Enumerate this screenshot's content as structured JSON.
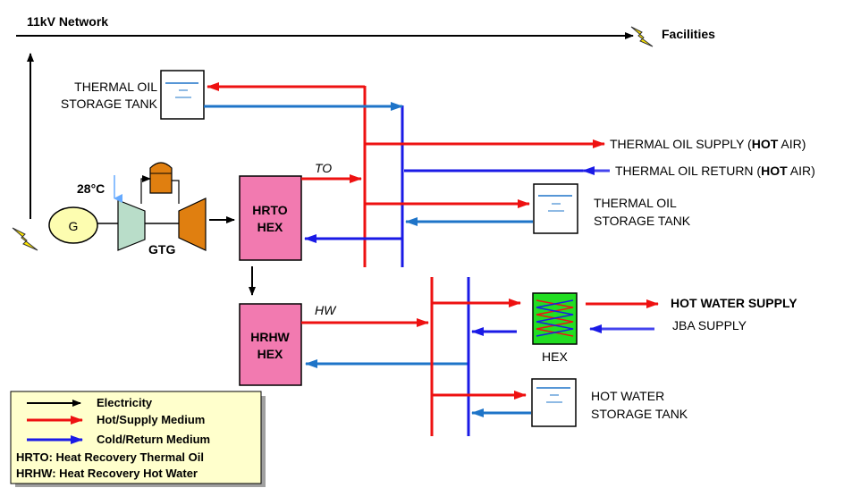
{
  "network": {
    "label": "11kV Network",
    "facilities": "Facilities"
  },
  "thermal_oil_tank_top": {
    "line1": "THERMAL OIL",
    "line2": "STORAGE TANK"
  },
  "thermal_oil_tank_right": {
    "line1": "THERMAL OIL",
    "line2": "STORAGE TANK"
  },
  "hot_water_tank": {
    "line1": "HOT WATER",
    "line2": "STORAGE TANK"
  },
  "supply_lines": {
    "thermal_oil_supply": "THERMAL OIL SUPPLY (",
    "thermal_oil_supply_bold": "HOT",
    "thermal_oil_supply_end": " AIR)",
    "thermal_oil_return": "THERMAL OIL RETURN (",
    "thermal_oil_return_bold": "HOT",
    "thermal_oil_return_end": " AIR)",
    "hot_water_supply": "HOT WATER SUPPLY",
    "jba_supply": "JBA SUPPLY"
  },
  "gtg": {
    "generator": "G",
    "label": "GTG",
    "temp": "28°C"
  },
  "hrto": {
    "line1": "HRTO",
    "line2": "HEX",
    "flow_label": "TO"
  },
  "hrhw": {
    "line1": "HRHW",
    "line2": "HEX",
    "flow_label": "HW"
  },
  "hex": {
    "label": "HEX"
  },
  "legend": {
    "electricity": "Electricity",
    "hot": "Hot/Supply Medium",
    "cold": "Cold/Return Medium",
    "hrto_def": "HRTO: Heat Recovery Thermal Oil",
    "hrhw_def": "HRHW: Heat Recovery Hot Water"
  },
  "colors": {
    "hot": "#ee1111",
    "cold": "#1a1ae6",
    "return_light": "#1e74c8",
    "hex_fill": "#f27ab0",
    "legend_bg": "#ffffcc",
    "turbine": "#e07f10",
    "compressor": "#b9ddc9",
    "generator": "#fdfdb0",
    "hex_green": "#22dd22"
  }
}
